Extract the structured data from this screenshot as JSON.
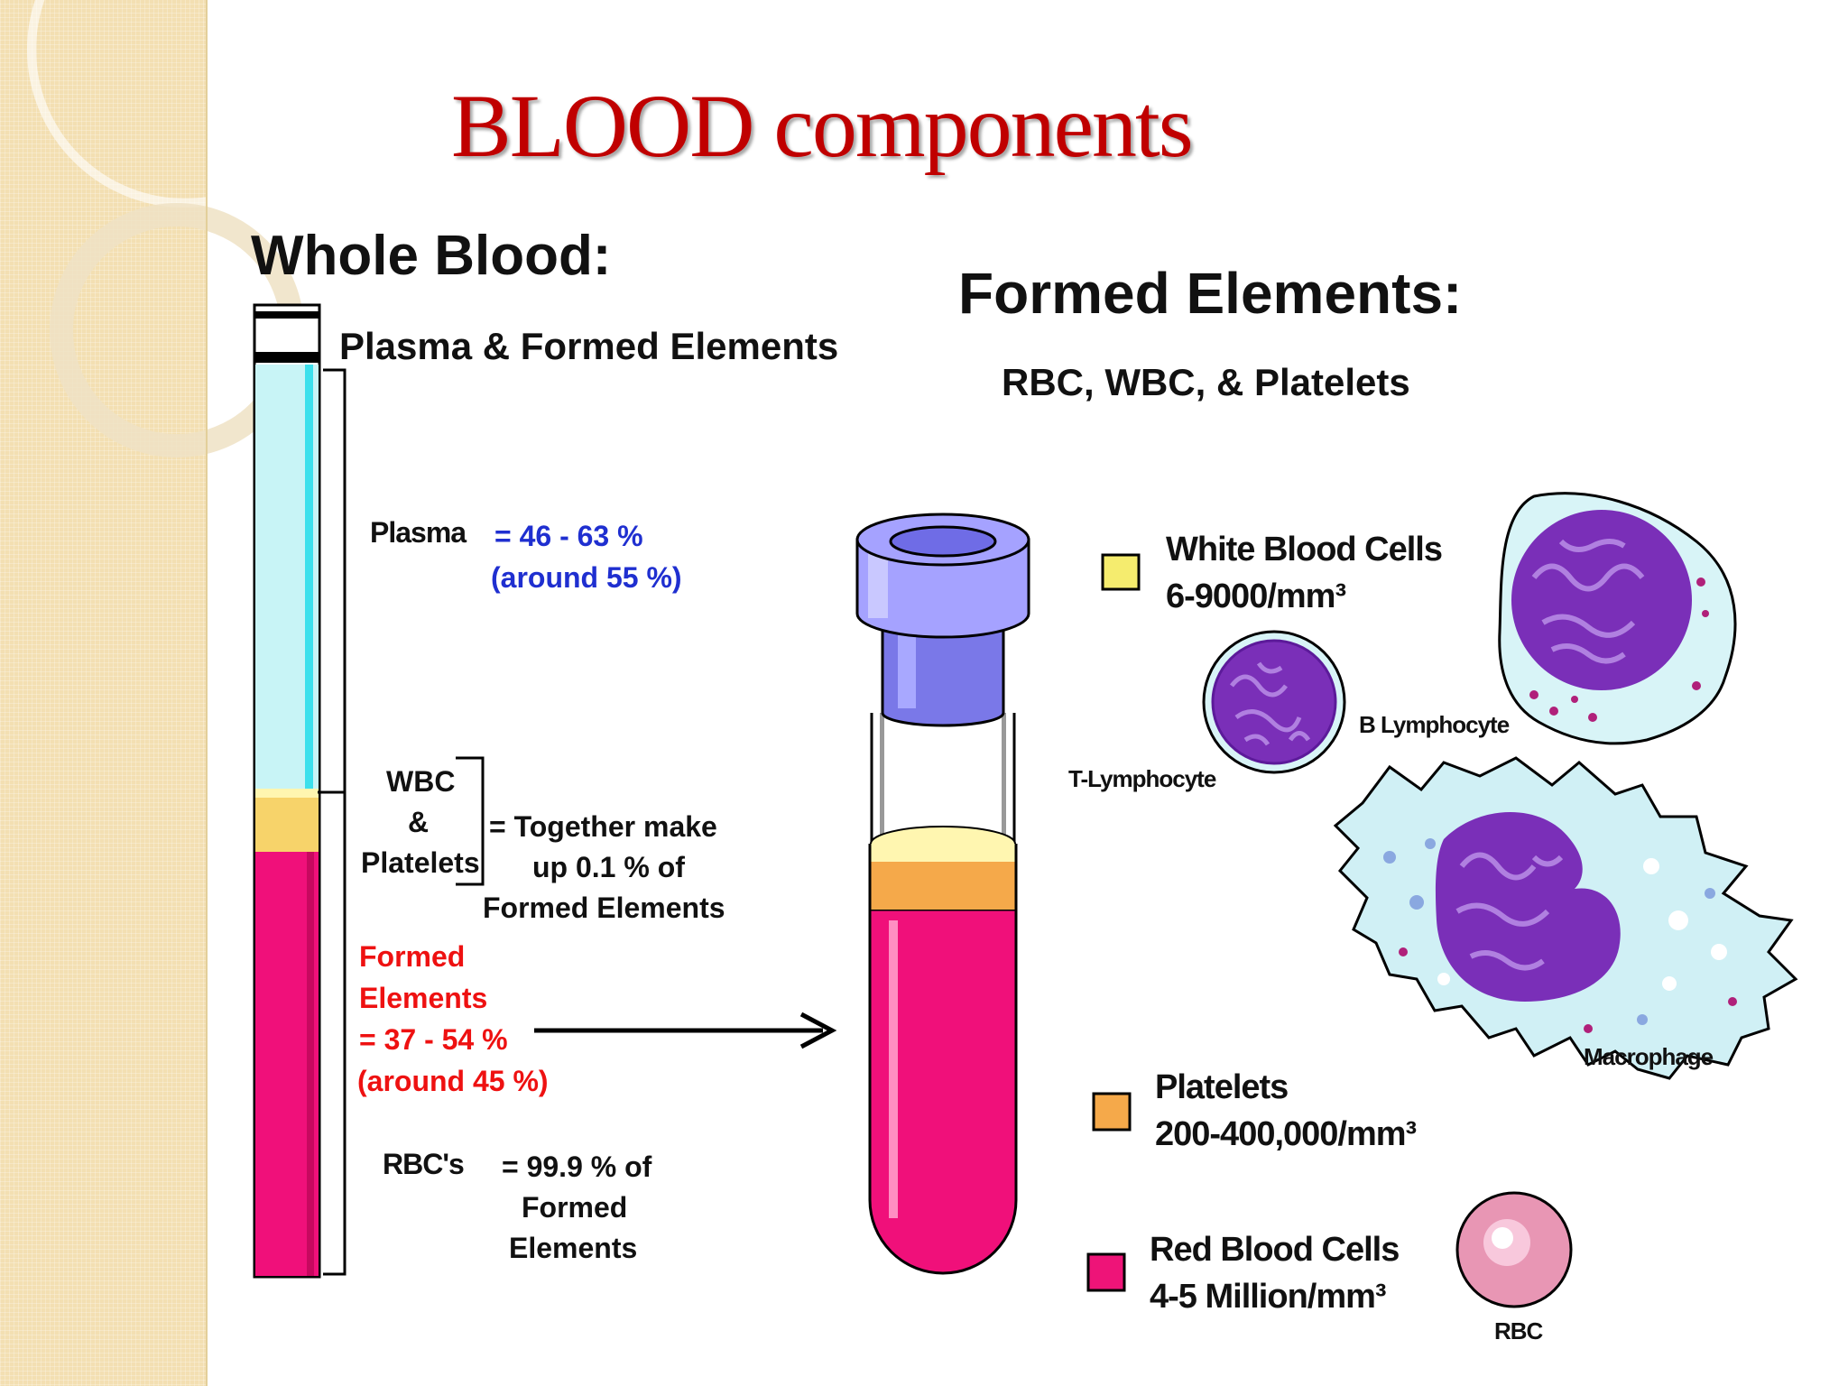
{
  "title": "BLOOD components",
  "left": {
    "heading": "Whole Blood:",
    "subheading": "Plasma & Formed Elements",
    "plasma_label": "Plasma",
    "plasma_value": "= 46 - 63 %",
    "plasma_note": "(around 55 %)",
    "wbc_label": "WBC",
    "amp": "&",
    "platelets_label": "Platelets",
    "together_line1": "= Together make",
    "together_line2": "up 0.1 % of",
    "together_line3": "Formed Elements",
    "formed_line1": "Formed",
    "formed_line2": "Elements",
    "formed_value": "= 37 - 54 %",
    "formed_note": "(around 45 %)",
    "rbcs_label": "RBC's",
    "rbcs_value": "= 99.9 % of",
    "rbcs_line2": "Formed",
    "rbcs_line3": "Elements"
  },
  "right": {
    "heading": "Formed Elements:",
    "subheading": "RBC, WBC, & Platelets",
    "wbc_title": "White Blood Cells",
    "wbc_count": "6-9000/mm³",
    "b_lymph": "B Lymphocyte",
    "t_lymph": "T-Lymphocyte",
    "macrophage": "Macrophage",
    "platelets_title": "Platelets",
    "platelets_count": "200-400,000/mm³",
    "rbc_title": "Red Blood Cells",
    "rbc_count": "4-5 Million/mm³",
    "rbc_cell": "RBC"
  },
  "colors": {
    "plasma": "#c8f4f6",
    "buffy": "#f7d36a",
    "rbc": "#f0107a",
    "wbc_swatch": "#f5ec6e",
    "platelet_swatch": "#f5a94a",
    "rbc_swatch": "#ee1478",
    "title": "#c00000"
  }
}
